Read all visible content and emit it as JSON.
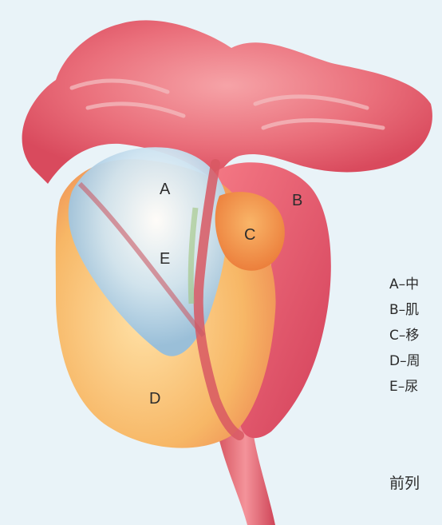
{
  "zones": {
    "A": "A",
    "B": "B",
    "C": "C",
    "D": "D",
    "E": "E"
  },
  "legend": [
    "A–中",
    "B–肌",
    "C–移",
    "D–周",
    "E–尿"
  ],
  "caption": "前列",
  "colors": {
    "background": "#e9f3f8",
    "bladder": "#e85d6d",
    "zone_A_blue": "#b8d8ea",
    "zone_C_orange": "#f4a24a",
    "zone_D_peach": "#f7c26b",
    "urethra": "#d64f55"
  }
}
